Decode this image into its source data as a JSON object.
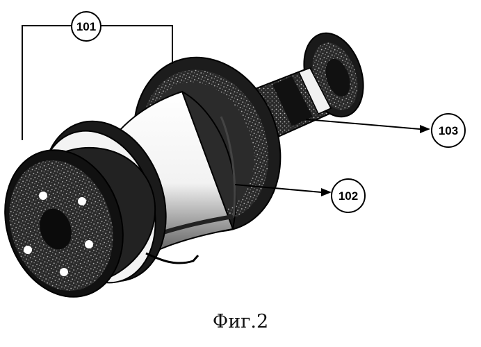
{
  "callouts": [
    {
      "id": "101",
      "label": "101"
    },
    {
      "id": "102",
      "label": "102"
    },
    {
      "id": "103",
      "label": "103"
    }
  ],
  "caption": "Фиг.2"
}
